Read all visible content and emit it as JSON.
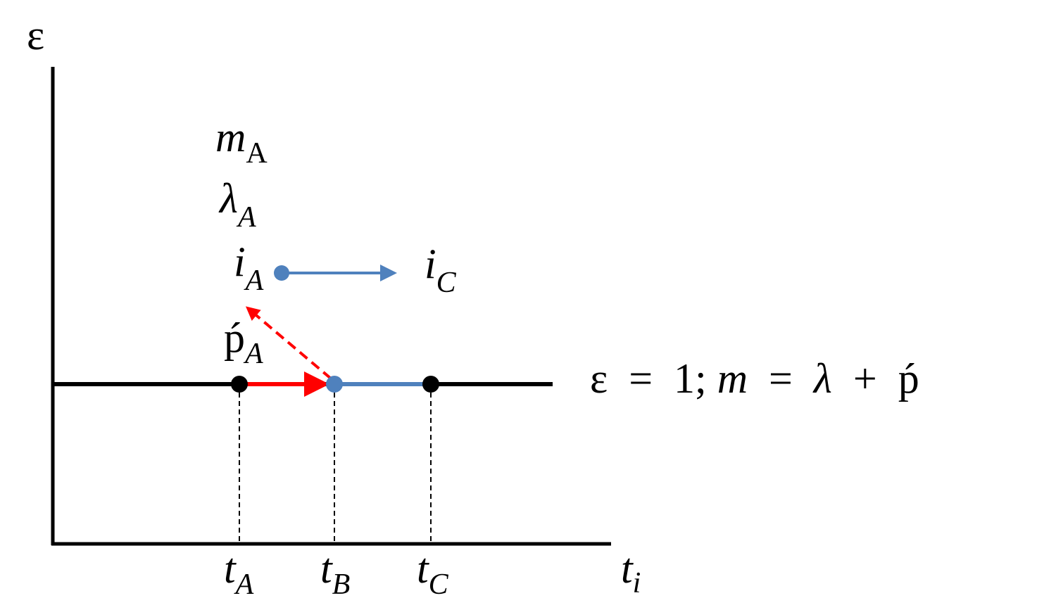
{
  "axes": {
    "y_label": "ε",
    "x_label": {
      "main": "t",
      "sub": "i"
    }
  },
  "ticks": [
    {
      "main": "t",
      "sub": "A"
    },
    {
      "main": "t",
      "sub": "B"
    },
    {
      "main": "t",
      "sub": "C"
    }
  ],
  "labels": {
    "m_A": {
      "main": "m",
      "sub": "A"
    },
    "lambda_A": {
      "main": "λ",
      "sub": "A"
    },
    "i_A": {
      "main": "i",
      "sub": "A"
    },
    "i_C": {
      "main": "i",
      "sub": "C"
    },
    "p_A": {
      "main": "ṕ",
      "sub": "A"
    }
  },
  "equation": {
    "part1": "ε  =  1; ",
    "m": "m",
    "part2": "  =  ",
    "lambda": "λ",
    "part3": "  +  ṕ"
  },
  "colors": {
    "red": "#ff0000",
    "blue": "#4f81bd",
    "black": "#000000"
  }
}
